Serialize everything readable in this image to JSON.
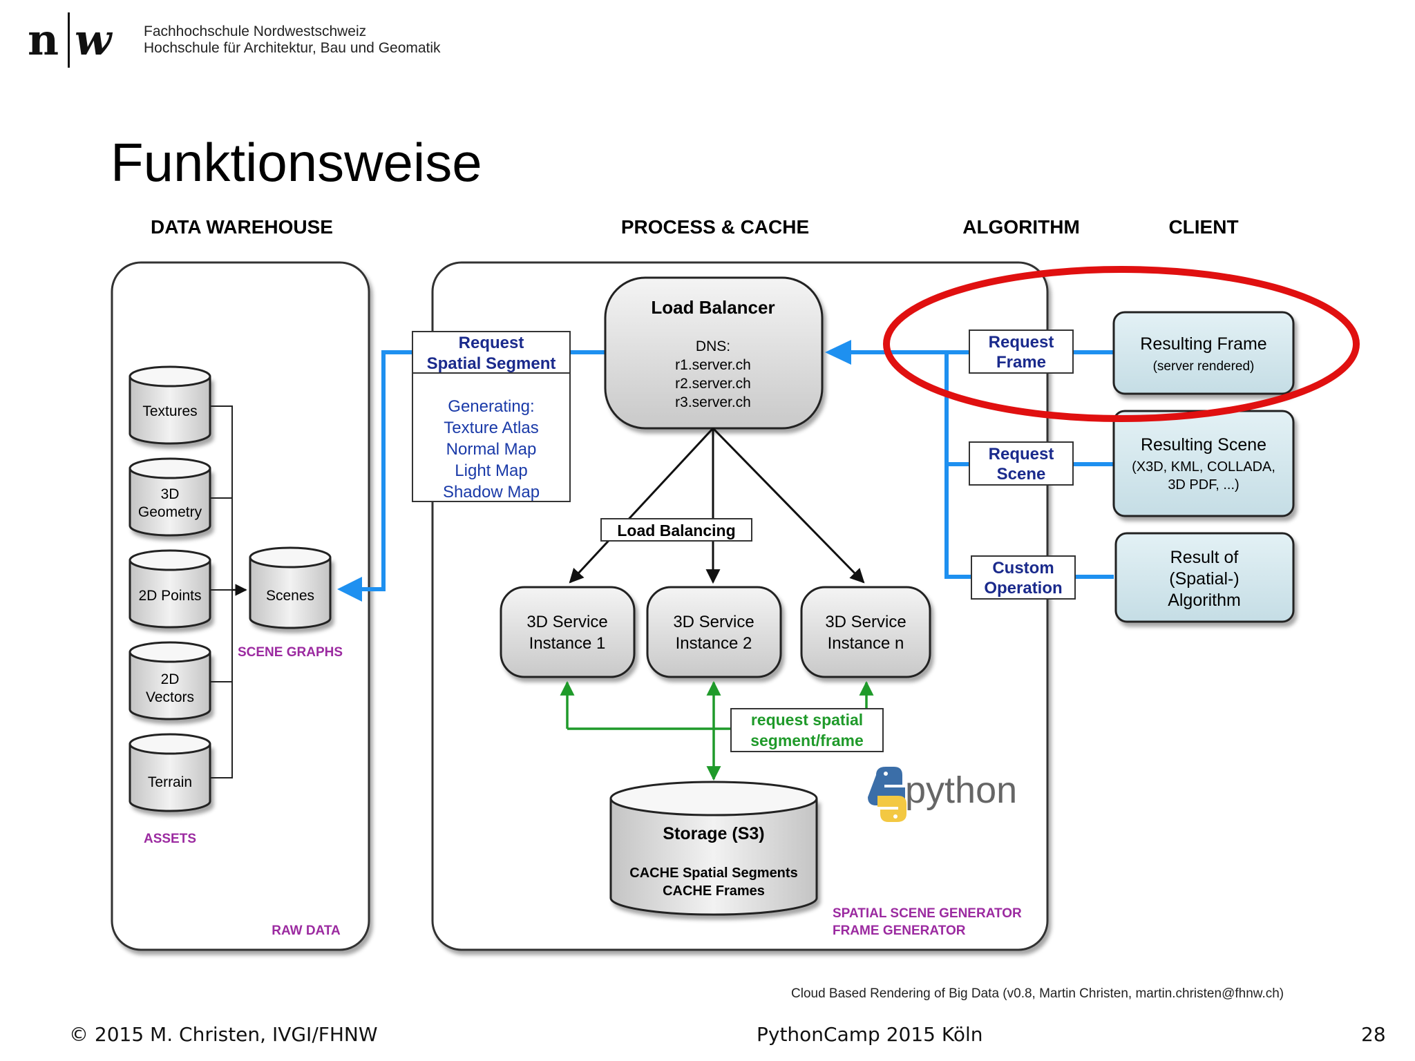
{
  "header": {
    "logo_n": "n",
    "logo_w": "w",
    "institution_line1": "Fachhochschule Nordwestschweiz",
    "institution_line2": "Hochschule für Architektur, Bau und Geomatik"
  },
  "slide": {
    "title": "Funktionsweise"
  },
  "diagram": {
    "columns": {
      "data_warehouse": "DATA WAREHOUSE",
      "process_cache": "PROCESS & CACHE",
      "algorithm": "ALGORITHM",
      "client": "CLIENT"
    },
    "assets": [
      "Textures",
      "3D|Geometry",
      "2D Points",
      "2D|Vectors",
      "Terrain"
    ],
    "assets_label": "ASSETS",
    "scenes": "Scenes",
    "scene_graphs_label": "SCENE GRAPHS",
    "raw_data_label": "RAW DATA",
    "request_spatial_segment": [
      "Request",
      "Spatial Segment"
    ],
    "generating": [
      "Generating:",
      "Texture Atlas",
      "Normal Map",
      "Light Map",
      "Shadow Map"
    ],
    "load_balancer": {
      "title": "Load Balancer",
      "dns": [
        "DNS:",
        "r1.server.ch",
        "r2.server.ch",
        "r3.server.ch"
      ]
    },
    "load_balancing_label": "Load Balancing",
    "service_instances": [
      [
        "3D Service",
        "Instance 1"
      ],
      [
        "3D Service",
        "Instance 2"
      ],
      [
        "3D Service",
        "Instance n"
      ]
    ],
    "request_spatial_frame": [
      "request spatial",
      "segment/frame"
    ],
    "storage": {
      "title": "Storage (S3)",
      "lines": [
        "CACHE Spatial Segments",
        "CACHE Frames"
      ]
    },
    "python_label": "python",
    "generator_label": [
      "SPATIAL SCENE GENERATOR",
      "FRAME GENERATOR"
    ],
    "algorithm_requests": [
      [
        "Request",
        "Frame"
      ],
      [
        "Request",
        "Scene"
      ],
      [
        "Custom",
        "Operation"
      ]
    ],
    "client_results": [
      [
        "Resulting Frame",
        "(server rendered)"
      ],
      [
        "Resulting Scene",
        "(X3D, KML, COLLADA,",
        "3D PDF, ...)"
      ],
      [
        "Result of",
        "(Spatial-)",
        "Algorithm"
      ]
    ],
    "colors": {
      "blue_arrow": "#1e90f0",
      "navy_text": "#1a2a8c",
      "green": "#1f9a2a",
      "purple": "#9b2aa0",
      "highlight_red": "#e01010",
      "client_fill": "#d7eaf0"
    }
  },
  "credit": "Cloud Based Rendering of Big Data (v0.8, Martin Christen, martin.christen@fhnw.ch)",
  "footer": {
    "copyright": "© 2015 M. Christen, IVGI/FHNW",
    "event": "PythonCamp 2015 Köln",
    "page": "28"
  }
}
